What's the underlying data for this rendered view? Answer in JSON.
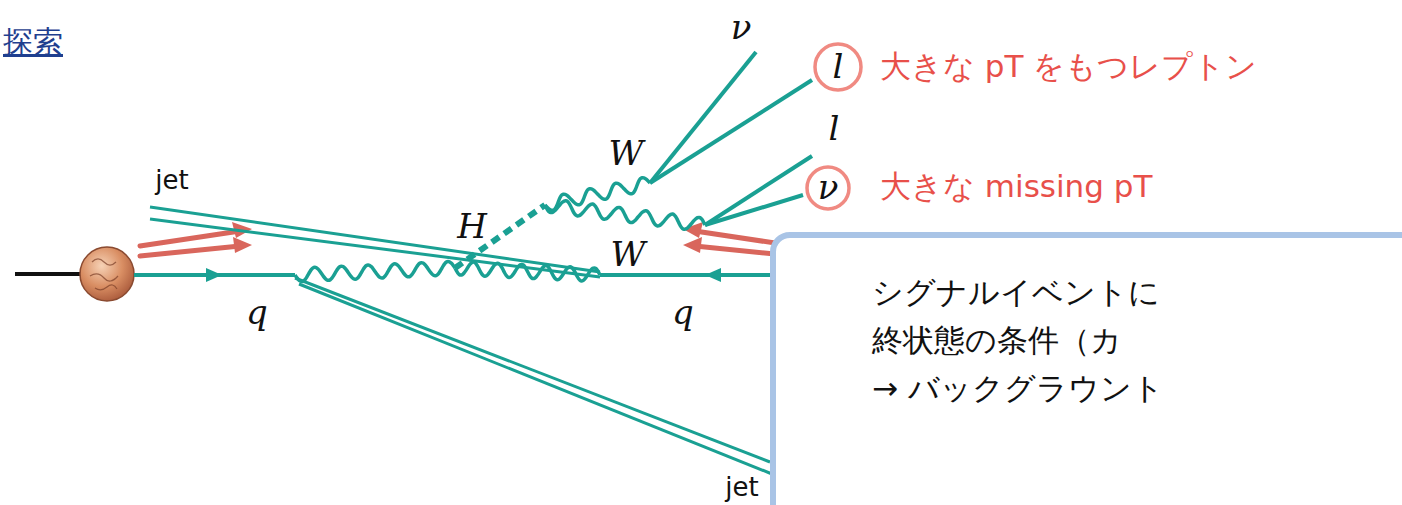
{
  "diagram": {
    "title": "探索",
    "nodes": [
      {
        "text": [
          "l"
        ]
      },
      {
        "text": [
          "ν"
        ]
      },
      {
        "text": [
          "シグナルイベントに 終状態の条件（カ",
          "→ バックグラウント"
        ]
      }
    ],
    "labels": [
      "ν",
      "jet",
      "W",
      "W",
      "H",
      "q",
      "q",
      "l",
      "jet",
      "大きな pT をもつレプトン",
      "大きな missing pT"
    ]
  }
}
